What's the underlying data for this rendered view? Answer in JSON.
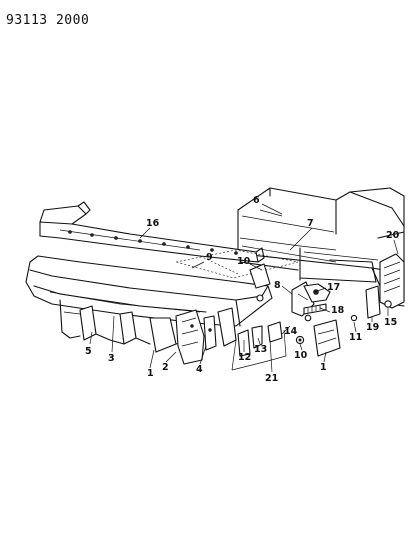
{
  "header": {
    "catalog_code": "93113  2000"
  },
  "callouts": [
    {
      "id": "c16",
      "text": "16"
    },
    {
      "id": "c6",
      "text": "6"
    },
    {
      "id": "c7",
      "text": "7"
    },
    {
      "id": "c20",
      "text": "20"
    },
    {
      "id": "c9",
      "text": "9"
    },
    {
      "id": "c10a",
      "text": "10"
    },
    {
      "id": "c8",
      "text": "8"
    },
    {
      "id": "c17",
      "text": "17"
    },
    {
      "id": "c18",
      "text": "18"
    },
    {
      "id": "c14",
      "text": "14"
    },
    {
      "id": "c10b",
      "text": "10"
    },
    {
      "id": "c11",
      "text": "11"
    },
    {
      "id": "c19",
      "text": "19"
    },
    {
      "id": "c15",
      "text": "15"
    },
    {
      "id": "c5",
      "text": "5"
    },
    {
      "id": "c3",
      "text": "3"
    },
    {
      "id": "c1a",
      "text": "1"
    },
    {
      "id": "c2",
      "text": "2"
    },
    {
      "id": "c4",
      "text": "4"
    },
    {
      "id": "c12",
      "text": "12"
    },
    {
      "id": "c13",
      "text": "13"
    },
    {
      "id": "c21",
      "text": "21"
    },
    {
      "id": "c1b",
      "text": "1"
    }
  ]
}
